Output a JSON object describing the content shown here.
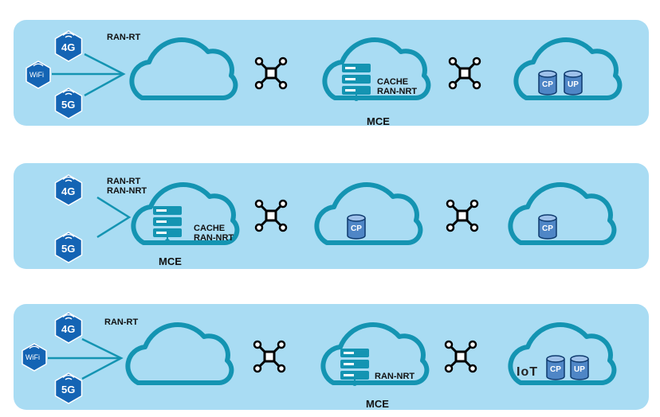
{
  "rows": [
    {
      "ran_label": "RAN-RT",
      "access_badges": [
        "4G",
        "WiFi",
        "5G"
      ],
      "server_labels": [
        "CACHE",
        "RAN-NRT"
      ],
      "mce_label": "MCE",
      "db_labels": [
        "CP",
        "UP"
      ]
    },
    {
      "ran_labels": [
        "RAN-RT",
        "RAN-NRT"
      ],
      "access_badges": [
        "4G",
        "5G"
      ],
      "server_labels": [
        "CACHE",
        "RAN-NRT"
      ],
      "mce_label": "MCE",
      "db_labels": [
        "CP",
        "CP"
      ]
    },
    {
      "ran_label": "RAN-RT",
      "access_badges": [
        "4G",
        "WiFi",
        "5G"
      ],
      "server_labels": [
        "RAN-NRT"
      ],
      "mce_label": "MCE",
      "iot_label": "IoT",
      "db_labels": [
        "CP",
        "UP"
      ]
    }
  ],
  "colors": {
    "panel": "#a9dcf3",
    "cloud": "#1494b2",
    "badge": "#1464b4",
    "db": "#4f86c6"
  }
}
